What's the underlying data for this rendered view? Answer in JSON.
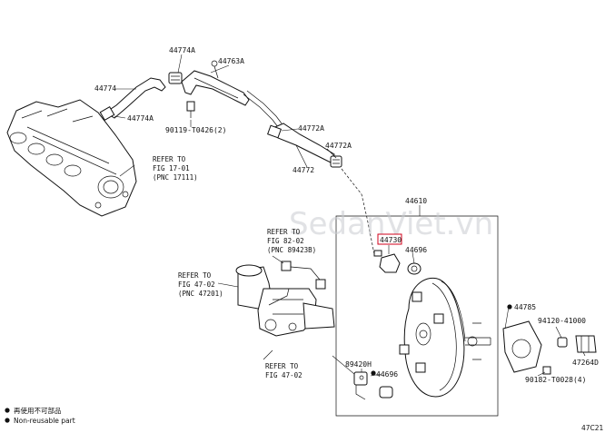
{
  "watermark": "SedanViet.vn",
  "labels": {
    "p44774A_top": "44774A",
    "p44763A": "44763A",
    "p44774": "44774",
    "p44774A_side": "44774A",
    "p90119": "90119-T0426(2)",
    "p44772A_top": "44772A",
    "p44772A_mid": "44772A",
    "p44772": "44772",
    "p44610": "44610",
    "p44730": "44730",
    "p44696_top": "44696",
    "p44785": "44785",
    "p94120": "94120-41000",
    "p47264D": "47264D",
    "p90182": "90182-T0028(4)",
    "p89420H": "89420H",
    "p44696_bot": "44696"
  },
  "references": {
    "fig17_l1": "REFER TO",
    "fig17_l2": "FIG 17-01",
    "fig17_l3": "(PNC 17111)",
    "fig82_l1": "REFER TO",
    "fig82_l2": "FIG 82-02",
    "fig82_l3": "(PNC 89423B)",
    "fig47a_l1": "REFER TO",
    "fig47a_l2": "FIG 47-02",
    "fig47a_l3": "(PNC 47201)",
    "fig47b_l1": "REFER TO",
    "fig47b_l2": "FIG 47-02"
  },
  "legend": {
    "non_reusable_jp": "再使用不可部品",
    "non_reusable_en": "Non-reusable part"
  },
  "figure_code": "47C21",
  "colors": {
    "highlight": "#d0021b",
    "ink": "#111111",
    "watermark": "#c9ccd0"
  }
}
